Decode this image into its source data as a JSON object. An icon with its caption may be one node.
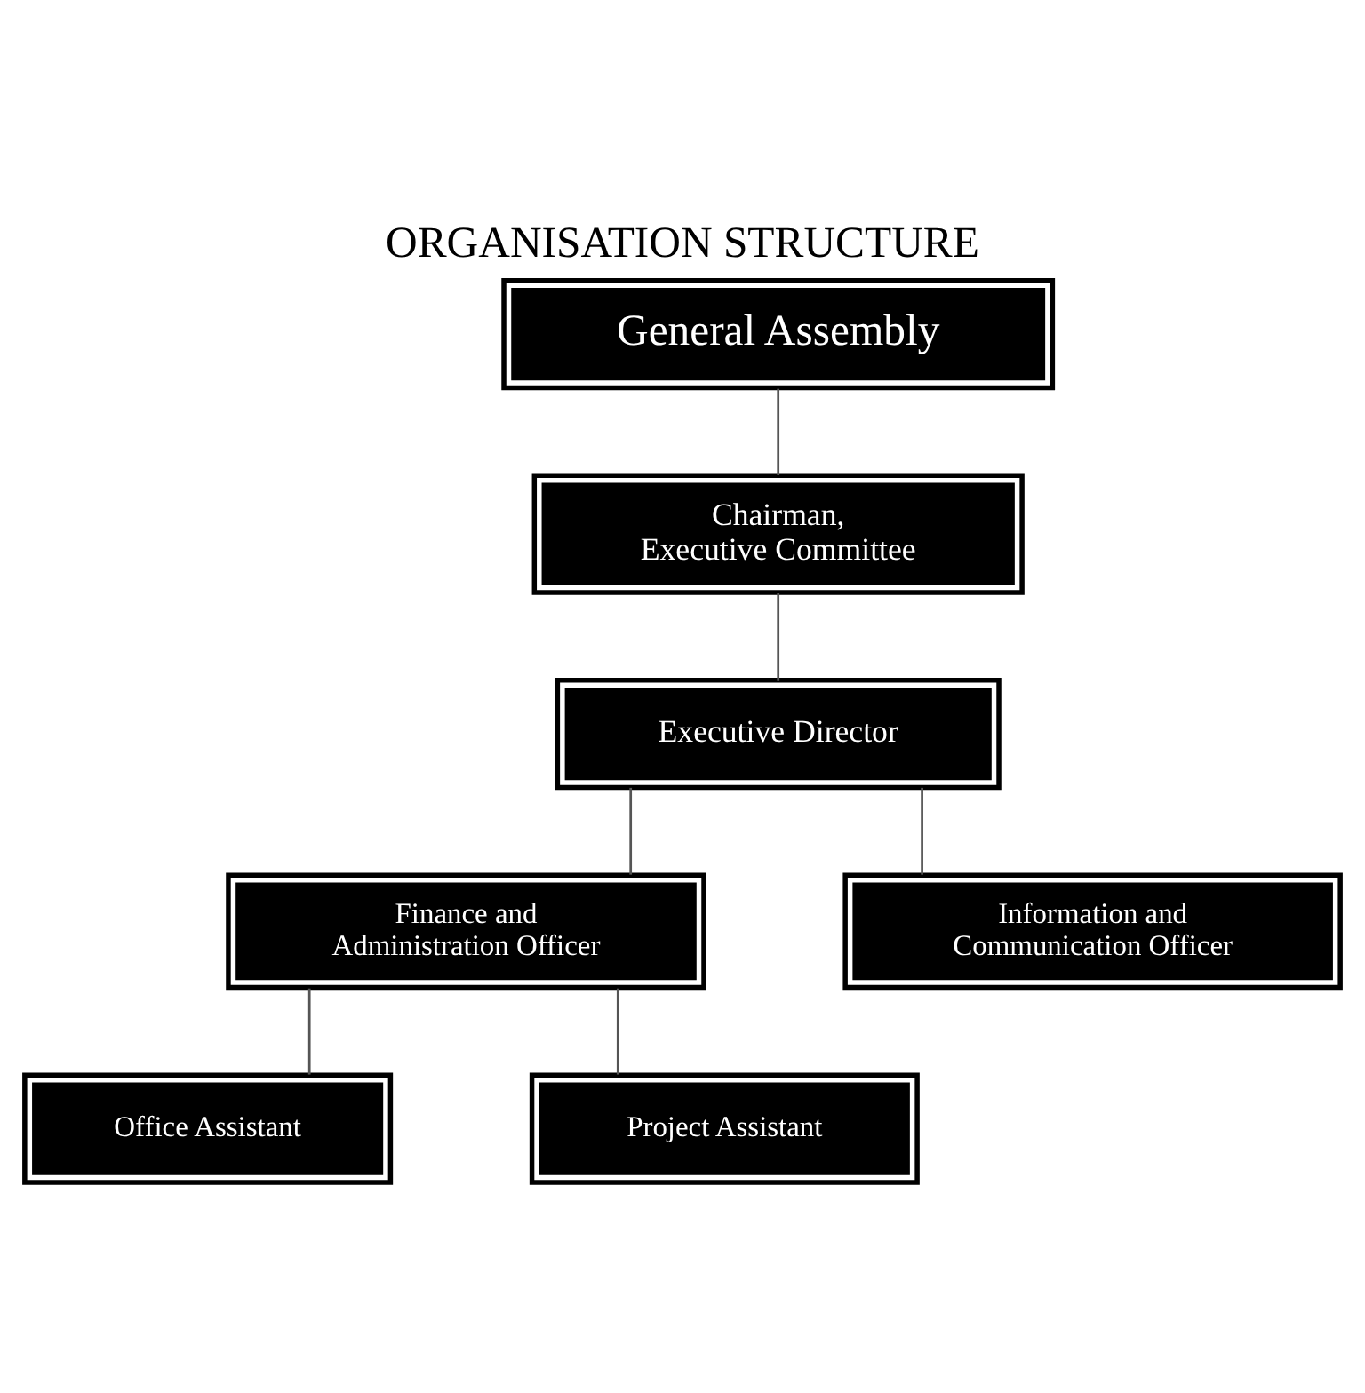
{
  "diagram": {
    "title": "ORGANISATION STRUCTURE",
    "nodes": [
      {
        "text": [
          "General Assembly"
        ]
      },
      {
        "text": [
          "Chairman, Executive Committee"
        ]
      },
      {
        "text": [
          "Executive Director"
        ]
      },
      {
        "text": [
          "Finance and Administration Officer"
        ]
      },
      {
        "text": [
          "Information and Communication Officer"
        ]
      },
      {
        "text": [
          "Office Assistant"
        ]
      },
      {
        "text": [
          "Project Assistant"
        ]
      }
    ],
    "edges": [
      {
        "from": 0,
        "to": 1,
        "arrow": "none"
      },
      {
        "from": 1,
        "to": 2,
        "arrow": "none"
      },
      {
        "from": 2,
        "to": 3,
        "arrow": "none"
      },
      {
        "from": 2,
        "to": 4,
        "arrow": "none"
      },
      {
        "from": 3,
        "to": 5,
        "arrow": "none"
      },
      {
        "from": 3,
        "to": 6,
        "arrow": "none"
      }
    ]
  }
}
